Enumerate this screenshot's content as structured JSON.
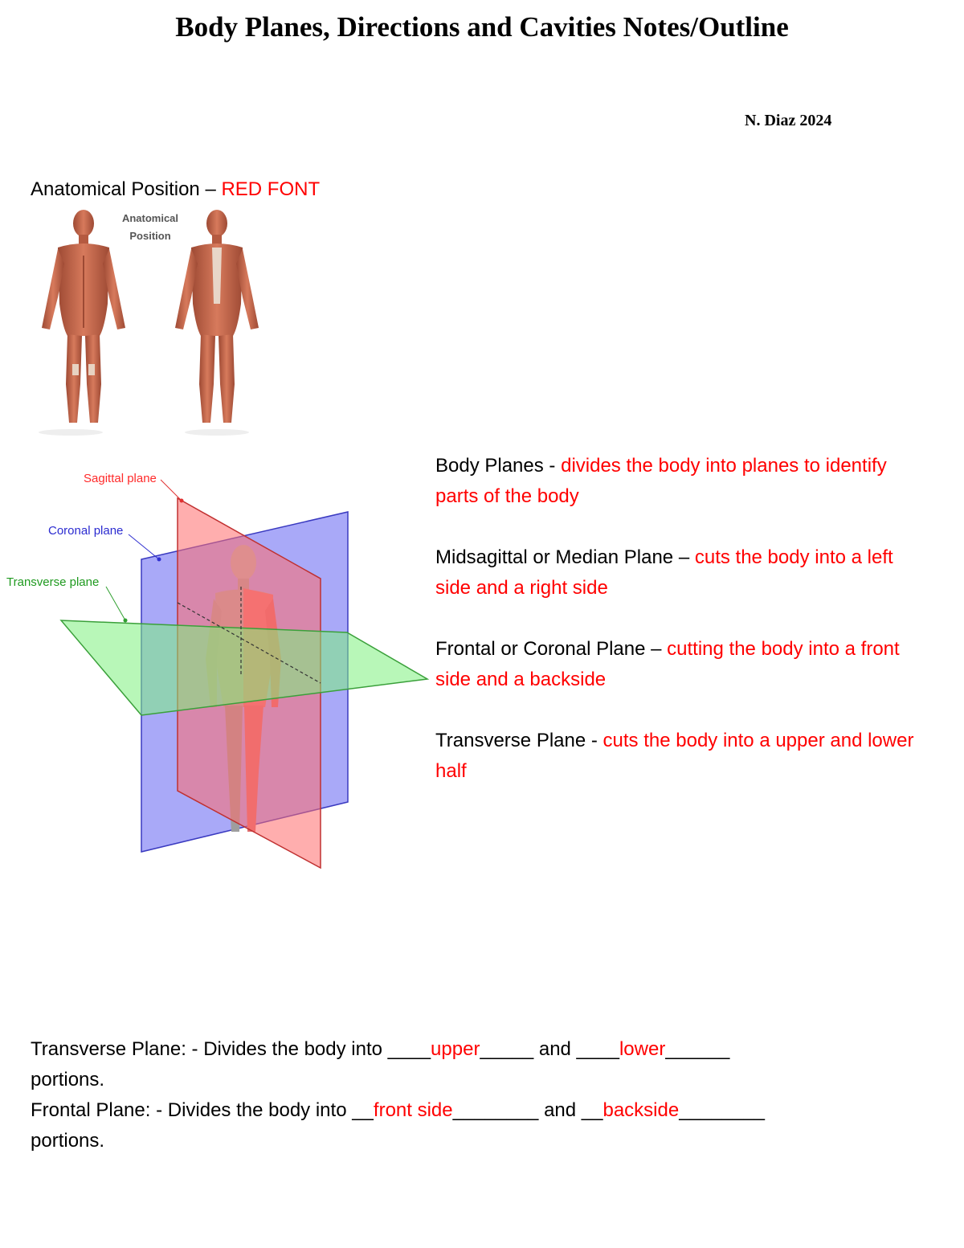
{
  "document": {
    "title": "Body Planes, Directions and Cavities Notes/Outline",
    "author": "N. Diaz 2024"
  },
  "anatomical": {
    "label": "Anatomical Position – ",
    "answer": "RED FONT",
    "figure_caption_line1": "Anatomical",
    "figure_caption_line2": "Position"
  },
  "planes_figure": {
    "sagittal_label": "Sagittal plane",
    "coronal_label": "Coronal plane",
    "transverse_label": "Transverse plane"
  },
  "definitions": [
    {
      "term": "Body Planes - ",
      "definition": "divides the body into planes to identify parts of the body"
    },
    {
      "term": "Midsagittal or Median Plane – ",
      "definition": "cuts the body into a left side and a right side"
    },
    {
      "term": "Frontal or Coronal Plane – ",
      "definition": "cutting the body into a front side and a backside"
    },
    {
      "term": "Transverse Plane - ",
      "definition": "cuts the body into a upper and lower half"
    }
  ],
  "fill_in": {
    "line1_prefix": "Transverse Plane: - Divides the body into ____",
    "line1_answer1": "upper",
    "line1_middle": "_____ and ____",
    "line1_answer2": "lower",
    "line1_suffix": "______",
    "line2": "portions.",
    "line3_prefix": "Frontal Plane: - Divides the body into __",
    "line3_answer1": "front side",
    "line3_middle": "________ and __",
    "line3_answer2": "backside",
    "line3_suffix": "________",
    "line4": "portions."
  },
  "colors": {
    "answer_red": "#ff0000",
    "muscle": "#c8644a",
    "sagittal": "#ff6b6b",
    "coronal": "#7b7bf5",
    "transverse": "#7ef07e"
  }
}
